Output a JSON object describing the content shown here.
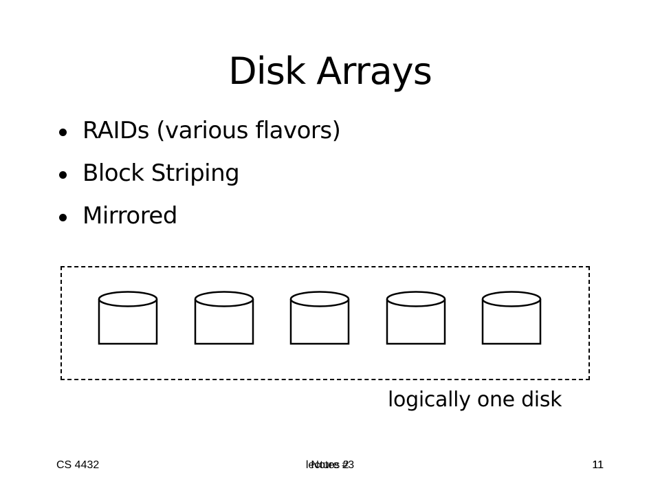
{
  "slide": {
    "title": "Disk Arrays",
    "bullets": [
      "RAIDs (various flavors)",
      "Block Striping",
      "Mirrored"
    ],
    "disk_count": 5,
    "caption": "logically one disk"
  },
  "footer": {
    "course": "CS 4432",
    "center_text_a": "lecture #3",
    "center_text_b": "Notes 2",
    "page_number_a": "11",
    "page_number_b": "11"
  }
}
